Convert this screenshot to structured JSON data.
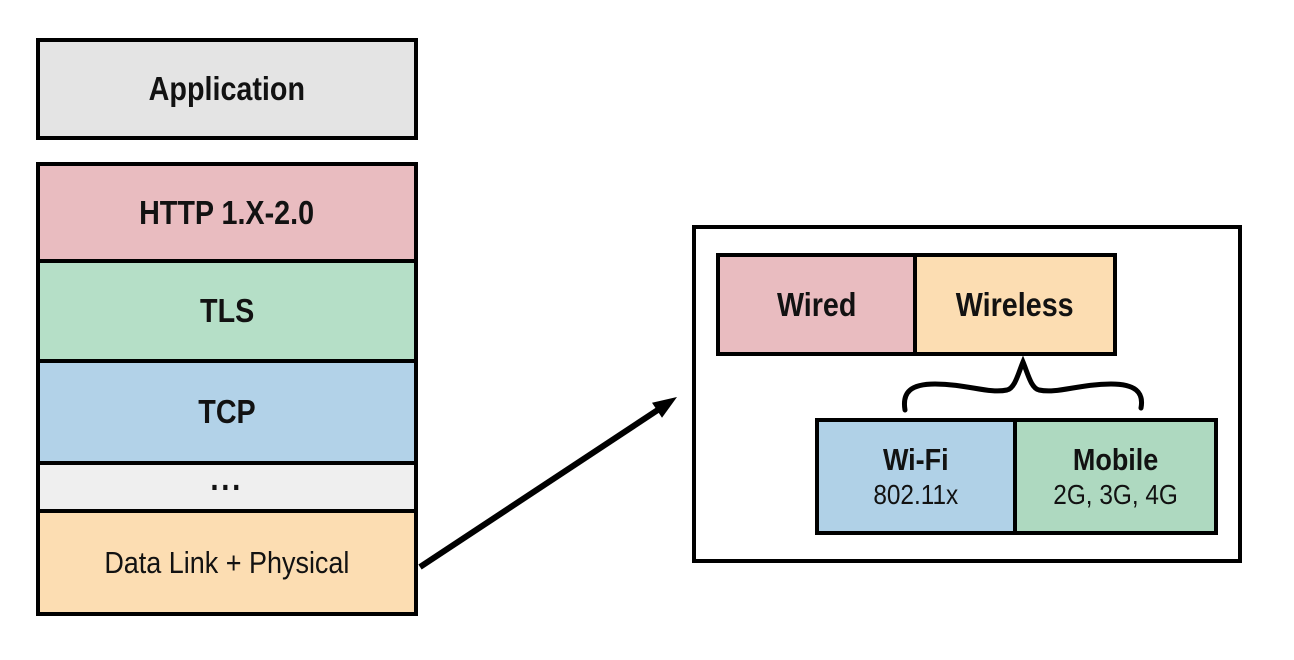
{
  "background": "#ffffff",
  "stroke_color": "#000000",
  "text_color": "#121212",
  "protocol_stack": {
    "layers": [
      {
        "label": "Application",
        "color": "#e4e4e4"
      },
      {
        "label": "HTTP 1.X-2.0",
        "color": "#e9bcc0"
      },
      {
        "label": "TLS",
        "color": "#b5dfc7"
      },
      {
        "label": "TCP",
        "color": "#b2d2e8"
      },
      {
        "label": "...",
        "color": "#efefef"
      },
      {
        "label": "Data Link + Physical",
        "color": "#fcddb2"
      }
    ]
  },
  "detail_panel": {
    "link_types": [
      {
        "label": "Wired",
        "color": "#e9bcc0"
      },
      {
        "label": "Wireless",
        "color": "#fcddb2"
      }
    ],
    "wireless_technologies": [
      {
        "title": "Wi-Fi",
        "subtitle": "802.11x",
        "color": "#b0d1e7"
      },
      {
        "title": "Mobile",
        "subtitle": "2G, 3G, 4G",
        "color": "#aed9c0"
      }
    ]
  }
}
